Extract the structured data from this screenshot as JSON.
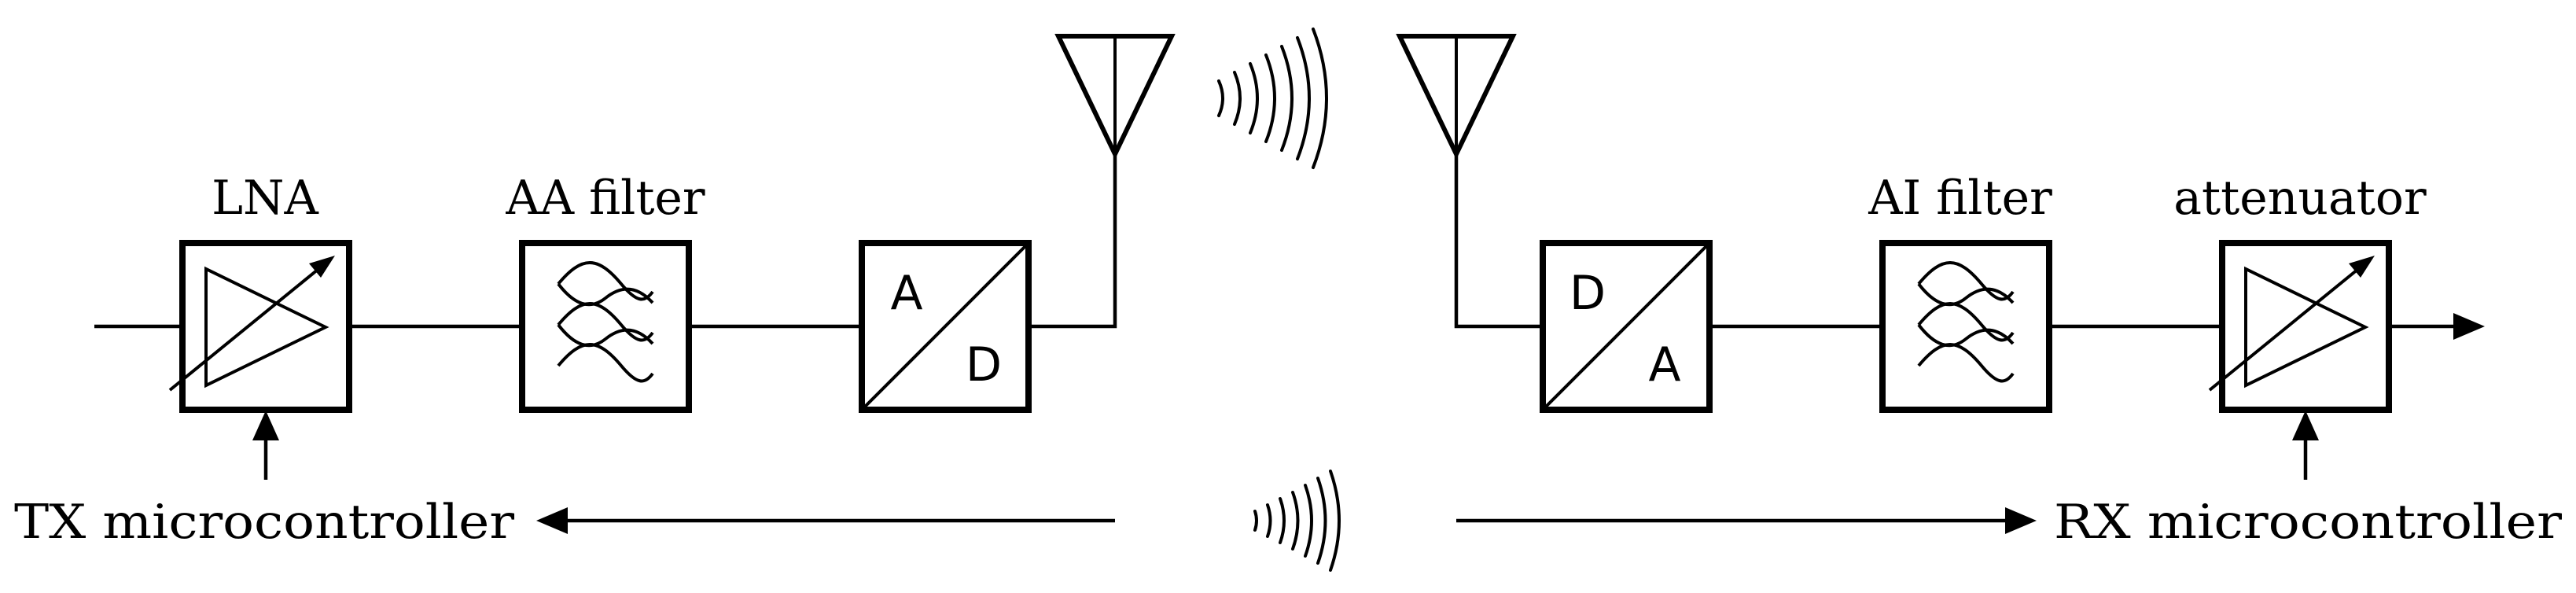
{
  "blocks": {
    "lna": "LNA",
    "aa_filter": "AA filter",
    "ai_filter": "AI filter",
    "attenuator": "attenuator",
    "adc": {
      "top": "A",
      "bottom": "D"
    },
    "dac": {
      "top": "D",
      "bottom": "A"
    }
  },
  "controllers": {
    "tx": "TX microcontroller",
    "rx": "RX microcontroller"
  }
}
